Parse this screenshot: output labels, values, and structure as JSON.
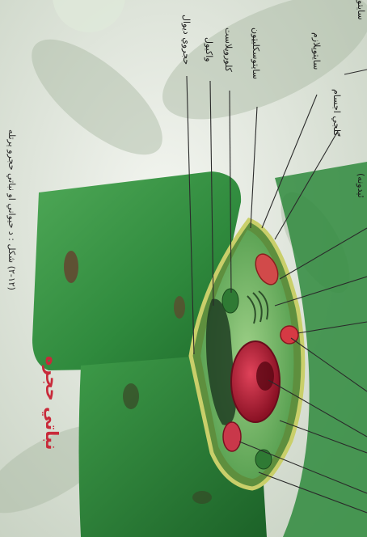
{
  "caption": "(۲-۱۲) شکل : د حیواني او نباتي حجرو پرتله",
  "title": "نباتي حجره",
  "labels": {
    "cell_wall": "حجروي ديوال",
    "vacuole": "واکيول",
    "chloroplast": "کلوروپلاست",
    "cytoskeleton": "سایتوسکلیټون",
    "cytoplasm": "سايتوپلازم",
    "golgi": "ګلجي اجسام",
    "partial_right": "ئيدونه)",
    "partial_top": "سایتو"
  }
}
